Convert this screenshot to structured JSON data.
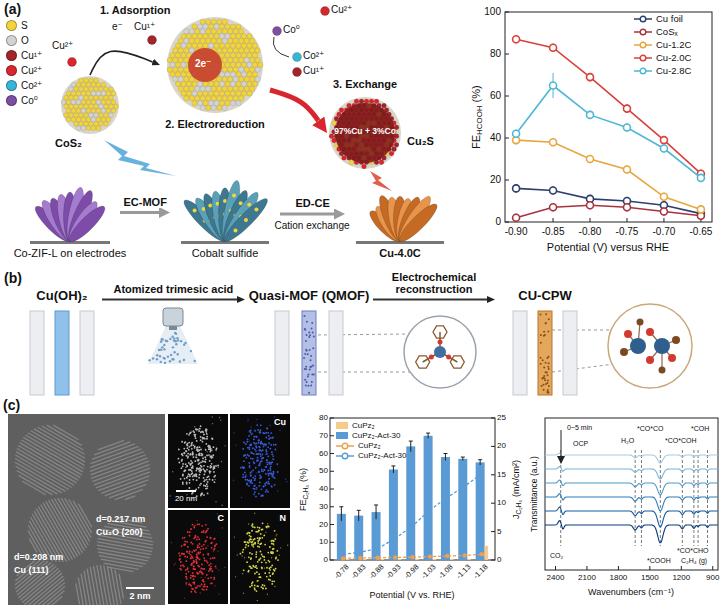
{
  "diagram": {
    "nodes": [
      {
        "text": [
          "1. Adsorption",
          "CoS₂"
        ]
      },
      {
        "text": [
          "2. Electroreduction"
        ]
      },
      {
        "text": [
          "3. Exchange",
          "97%Cu + 3%Co",
          "Cu₂S"
        ]
      },
      {
        "text": [
          "Co-ZIF-L on electrodes"
        ]
      },
      {
        "text": [
          "Cobalt sulfide"
        ]
      },
      {
        "text": [
          "Cu-4.0C"
        ]
      },
      {
        "text": [
          "Cu(OH)₂"
        ]
      },
      {
        "text": [
          "Quasi-MOF (QMOF)"
        ]
      },
      {
        "text": [
          "CU-CPW"
        ]
      }
    ],
    "edges": [
      {
        "from": 0,
        "to": 1,
        "arrow": "to"
      },
      {
        "from": 1,
        "to": 2,
        "arrow": "to"
      },
      {
        "from": 3,
        "to": 4,
        "label": "EC-MOF",
        "arrow": "to"
      },
      {
        "from": 4,
        "to": 5,
        "label": "ED-CE",
        "arrow": "to"
      },
      {
        "from": 6,
        "to": 7,
        "label": "Atomized trimesic acid",
        "arrow": "to"
      },
      {
        "from": 7,
        "to": 8,
        "label": "Electrochemical reconstruction",
        "arrow": "to"
      }
    ],
    "labels": [
      "(a)",
      "Cu²⁺",
      "e⁻",
      "Cu¹⁺",
      "2e⁻",
      "Co⁰",
      "Cu²⁺",
      "Co²⁺",
      "Cu¹⁺",
      "Cation exchange",
      "FE",
      "HCOOH",
      "(%)",
      "100",
      "80",
      "60",
      "40",
      "20",
      "0",
      "-0.90",
      "-0.85",
      "-0.80",
      "-0.75",
      "-0.70",
      "-0.65",
      "Potential (V) versus RHE",
      "(b)",
      "(c)",
      "d=0.217 nm",
      "Cu₂O (200)",
      "d=0.208 nm",
      "Cu (111)",
      "2 nm",
      "20 nm",
      "Cu",
      "C",
      "N",
      "FE",
      "C₂H₄",
      "(%)",
      "0",
      "10",
      "20",
      "30",
      "40",
      "50",
      "60",
      "70",
      "80",
      "-0.78",
      "-0.83",
      "-0.88",
      "-0.93",
      "-0.98",
      "-1.03",
      "-1.08",
      "-1.13",
      "-1.18",
      "Potential (V vs. RHE)",
      "J",
      "C₂H₄",
      "(mA/cm²)",
      "0",
      "5",
      "10",
      "15",
      "20",
      "25",
      "Transmittance (a.u.)",
      "2400",
      "2100",
      "1800",
      "1500",
      "1200",
      "900",
      "Wavenumbers (cm⁻¹)",
      "0~5 min",
      "OCP",
      "H₂O",
      "*CO*CO",
      "*CO*COH",
      "*COH",
      "CO₂",
      "*COOH",
      "*CO*CHO",
      "C₂H₄ (g)"
    ],
    "legend": [
      {
        "text": "S",
        "color": "#f2d43d"
      },
      {
        "text": "O",
        "color": "#d3d3d3"
      },
      {
        "text": "Cu¹⁺",
        "color": "#a3242b"
      },
      {
        "text": "Cu²⁺",
        "color": "#d8262e"
      },
      {
        "text": "Co²⁺",
        "color": "#35b6d8"
      },
      {
        "text": "Co⁰",
        "color": "#7d4fa3"
      },
      {
        "text": "Cu foil"
      },
      {
        "text": "CoSₓ"
      },
      {
        "text": "Cu-1.2C"
      },
      {
        "text": "Cu-2.0C"
      },
      {
        "text": "Cu-2.8C"
      },
      {
        "text": "CuPz₂",
        "color": "#f7c98b"
      },
      {
        "text": "CuPz₂-Act-30",
        "color": "#5b9bd5"
      },
      {
        "text": "CuPz₂"
      },
      {
        "text": "CuPz₂-Act-30"
      }
    ]
  }
}
